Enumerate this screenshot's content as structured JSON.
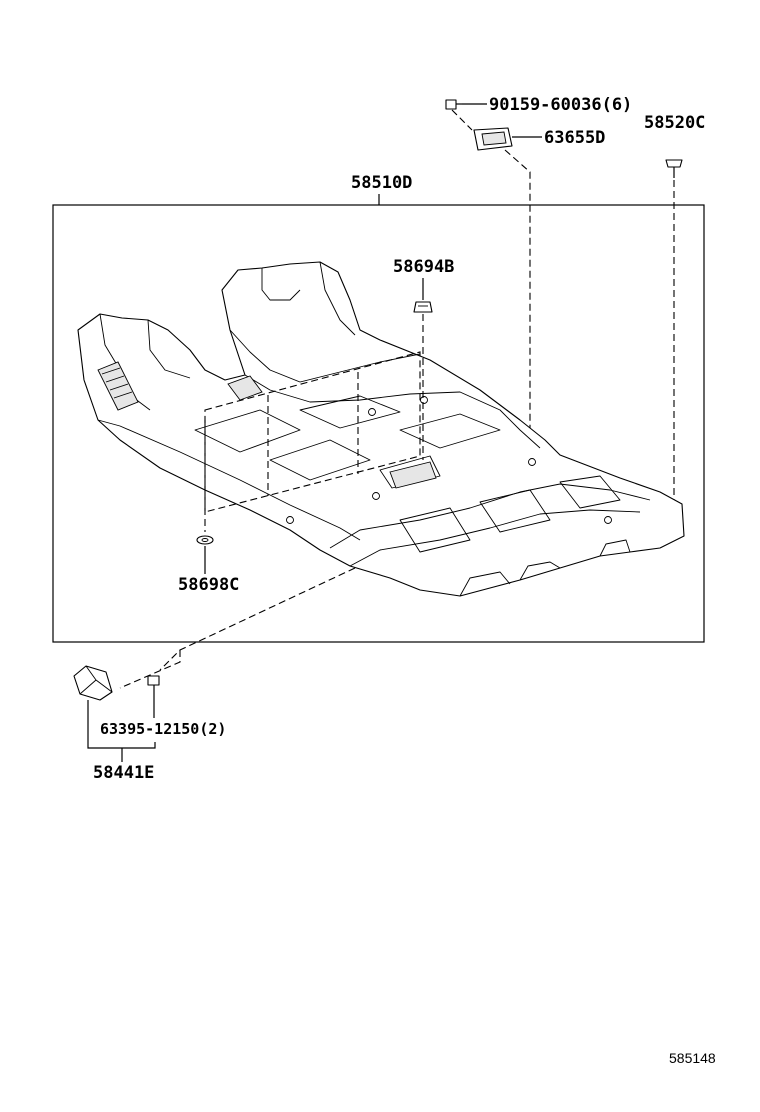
{
  "parts": {
    "bolt_top": "90159-60036(6)",
    "clip_plate": "63655D",
    "clip_right": "58520C",
    "floor_carpet": "58510D",
    "clip_upper": "58694B",
    "clip_lower": "58698C",
    "bolt_bottom": "63395-12150(2)",
    "footrest": "58441E"
  },
  "reference": "585148"
}
